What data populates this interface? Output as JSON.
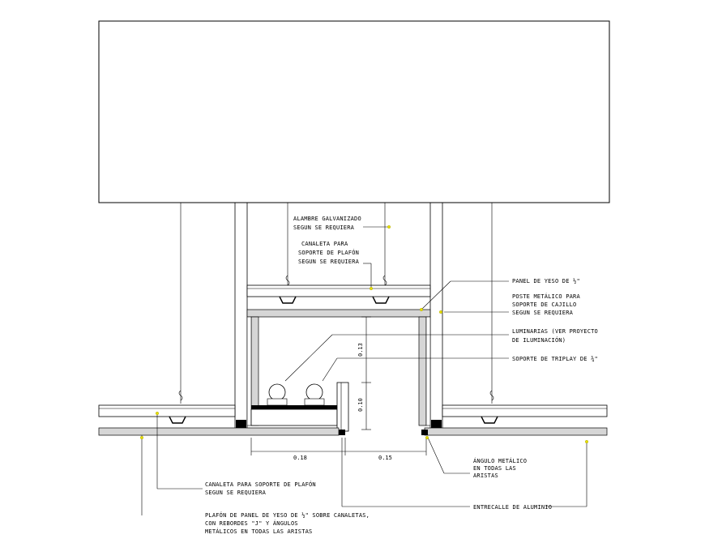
{
  "labels": {
    "alambre_1": "ALAMBRE GALVANIZADO",
    "alambre_2": "SEGUN SE REQUIERA",
    "canaleta_top_1": "CANALETA PARA",
    "canaleta_top_2": "SOPORTE DE PLAFÓN",
    "canaleta_top_3": "SEGUN SE REQUIERA",
    "panel_yeso": "PANEL DE YESO DE ½\"",
    "poste_1": "POSTE METÁLICO PARA",
    "poste_2": "SOPORTE DE CAJILLO",
    "poste_3": "SEGUN SE REQUIERA",
    "luminarias_1": "LUMINARIAS (VER PROYECTO",
    "luminarias_2": "DE ILUMINACIÓN)",
    "triplay": "SOPORTE DE TRIPLAY DE ¾\"",
    "angulo_1": "ÁNGULO METÁLICO",
    "angulo_2": "EN TODAS LAS",
    "angulo_3": "ARISTAS",
    "canaleta_bottom_1": "CANALETA PARA SOPORTE DE PLAFÓN",
    "canaleta_bottom_2": "SEGUN SE REQUIERA",
    "entrecalle": "ENTRECALLE DE ALUMINIO",
    "plafon_1": "PLAFÓN DE PANEL DE YESO DE ½\" SOBRE CANALETAS,",
    "plafon_2": "CON REBORDES \"J\" Y ÁNGULOS",
    "plafon_3": "METÁLICOS EN TODAS LAS ARISTAS"
  },
  "dimensions": {
    "vertical_upper": "0.13",
    "vertical_lower": "0.10",
    "horizontal_left": "0.18",
    "horizontal_right": "0.15"
  },
  "colors": {
    "line": "#000000",
    "board_fill": "#d6d6d6",
    "leader_dot": "#e8e000"
  }
}
